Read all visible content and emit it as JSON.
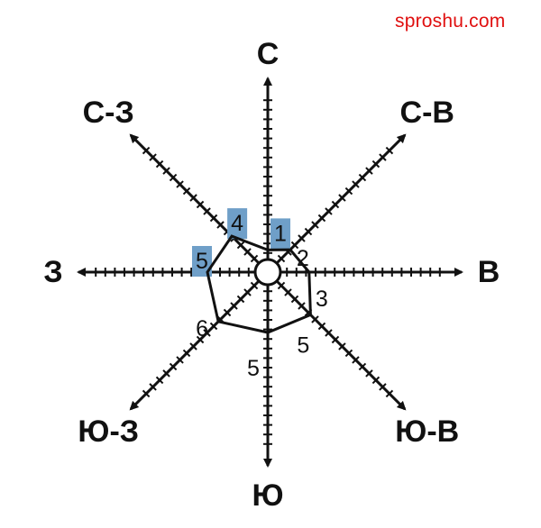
{
  "watermark": "sproshu.com",
  "directions": [
    {
      "id": "n",
      "label": "С"
    },
    {
      "id": "ne",
      "label": "С-В"
    },
    {
      "id": "e",
      "label": "В"
    },
    {
      "id": "se",
      "label": "Ю-В"
    },
    {
      "id": "s",
      "label": "Ю"
    },
    {
      "id": "sw",
      "label": "Ю-З"
    },
    {
      "id": "w",
      "label": "З"
    },
    {
      "id": "nw",
      "label": "С-З"
    }
  ],
  "chart_data": {
    "type": "radar",
    "title": "",
    "categories": [
      "С",
      "С-В",
      "В",
      "Ю-В",
      "Ю",
      "Ю-З",
      "З",
      "С-З"
    ],
    "values": [
      1,
      2,
      3,
      5,
      5,
      6,
      5,
      4
    ],
    "value_labels": [
      "1",
      "2",
      "3",
      "5",
      "5",
      "6",
      "5",
      "4"
    ],
    "highlighted": [
      "С",
      "З",
      "С-З"
    ],
    "axis_max": 10,
    "colors": {
      "line": "#111111",
      "highlight": "#6f9fc8",
      "watermark": "#e01010"
    }
  }
}
